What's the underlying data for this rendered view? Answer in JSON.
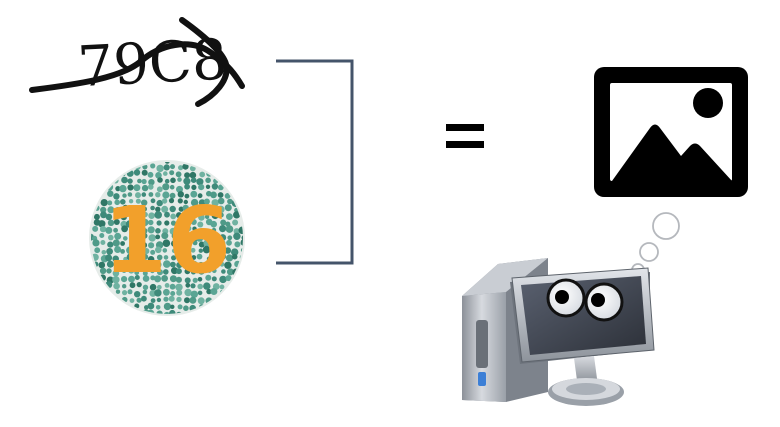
{
  "captcha": {
    "text": "79C8"
  },
  "ishihara": {
    "number": "16",
    "dot_color": "#3e8a7a",
    "digit_color": "#f2a02b"
  },
  "bracket": {
    "color": "#44546a"
  },
  "equals": {
    "symbol": "="
  },
  "image_icon": {
    "name": "image-icon",
    "color": "#000000"
  },
  "thought_bubbles": {
    "name": "thought-bubble-icon",
    "count": 3
  },
  "computer": {
    "name": "computer-with-eyes-icon",
    "screen_color": "#3b4048",
    "case_color": "#b8bcc3"
  }
}
